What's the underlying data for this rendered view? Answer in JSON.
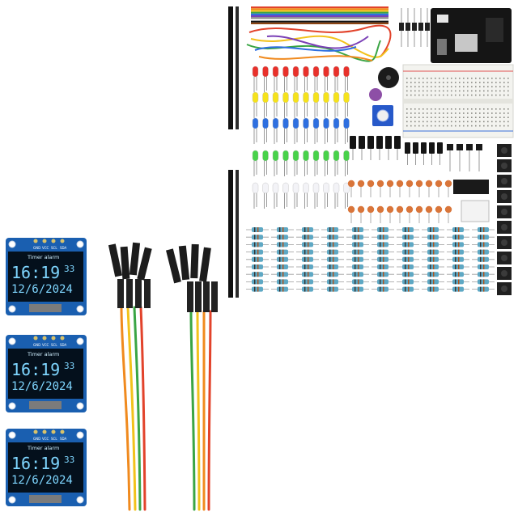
{
  "oled_modules": [
    {
      "header": "Timer alarm",
      "time": "16:19",
      "seconds": "33",
      "date": "12/6/2024",
      "pins": [
        "GND",
        "VCC",
        "SCL",
        "SDA"
      ]
    },
    {
      "header": "Timer alarm",
      "time": "16:19",
      "seconds": "33",
      "date": "12/6/2024",
      "pins": [
        "GND",
        "VCC",
        "SCL",
        "SDA"
      ]
    },
    {
      "header": "Timer alarm",
      "time": "16:19",
      "seconds": "33",
      "date": "12/6/2024",
      "pins": [
        "GND",
        "VCC",
        "SCL",
        "SDA"
      ]
    }
  ],
  "colors": {
    "pcb_blue": "#1a5fb0",
    "oled_bg": "#04101c",
    "oled_text": "#7fd6ff",
    "wire_orange": "#f08a1e",
    "wire_yellow": "#f2c21b",
    "wire_green": "#3aa544",
    "wire_red": "#e2432b",
    "led_red": "#e8312b",
    "led_yellow": "#f5e21c",
    "led_blue": "#2e6fe0",
    "led_green": "#48d24a",
    "breadboard": "#f3f3ef",
    "resistor_body": "#5ea8c4"
  }
}
